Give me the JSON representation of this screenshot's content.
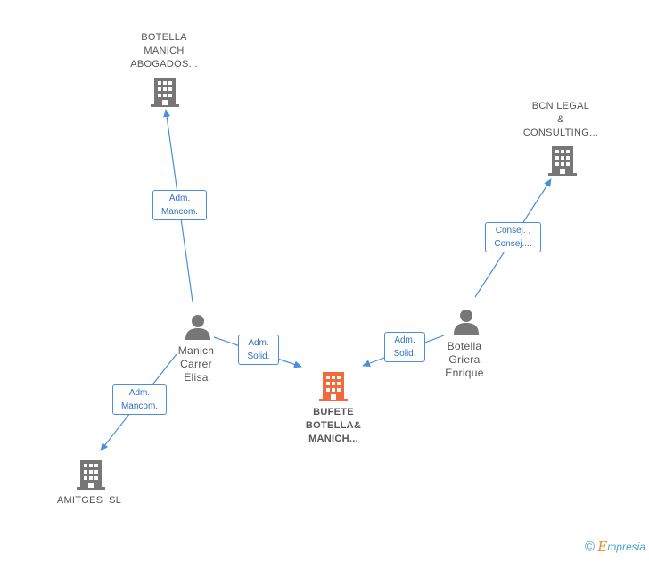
{
  "nodes": {
    "botella_manich_abogados": {
      "label": "BOTELLA\nMANICH\nABOGADOS..."
    },
    "bcn_legal": {
      "label": "BCN LEGAL\n&\nCONSULTING..."
    },
    "amitges": {
      "label": "AMITGES  SL"
    },
    "bufete": {
      "label": "BUFETE\nBOTELLA&\nMANICH..."
    },
    "manich_carrer": {
      "label": "Manich\nCarrer\nElisa"
    },
    "botella_griera": {
      "label": "Botella\nGriera\nEnrique"
    }
  },
  "edges": {
    "manich_to_abogados": {
      "label": "Adm.\nMancom."
    },
    "manich_to_bufete": {
      "label": "Adm.\nSolid."
    },
    "manich_to_amitges": {
      "label": "Adm.\nMancom."
    },
    "botella_to_bufete": {
      "label": "Adm.\nSolid."
    },
    "botella_to_bcn": {
      "label": "Consej. ,\nConsej...."
    }
  },
  "colors": {
    "company": "#777777",
    "main_company": "#f26a3b",
    "person": "#777777",
    "edge": "#4a8fd9"
  },
  "footer": {
    "copyright": "©",
    "brand_initial": "E",
    "brand_rest": "mpresia"
  }
}
